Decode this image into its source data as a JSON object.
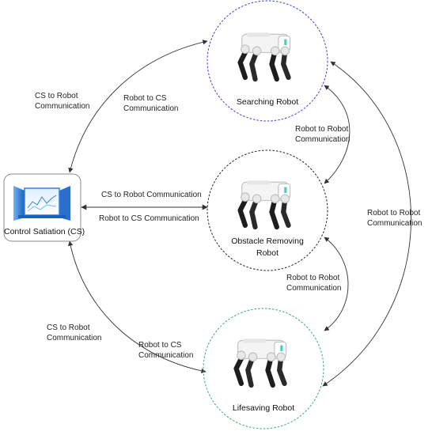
{
  "nodes": {
    "control_station": {
      "label": "Control Satiation (CS)"
    },
    "searching": {
      "label": "Searching Robot",
      "ring_color": "#3b3bd6"
    },
    "obstacle": {
      "label_line1": "Obstacle Removing",
      "label_line2": "Robot",
      "ring_color": "#222222"
    },
    "lifesaving": {
      "label": "Lifesaving Robot",
      "ring_color": "#2fae6a"
    }
  },
  "edges": {
    "cs_to_searching_left": {
      "line1": "CS to Robot",
      "line2": "Communication"
    },
    "searching_to_cs": {
      "line1": "Robot to CS",
      "line2": "Communication"
    },
    "searching_obstacle": {
      "line1": "Robot to Robot",
      "line2": "Communication"
    },
    "cs_to_obstacle": {
      "label": "CS to Robot Communication"
    },
    "obstacle_to_cs": {
      "label": "Robot to CS Communication"
    },
    "searching_lifesaving": {
      "line1": "Robot to Robot",
      "line2": "Communication"
    },
    "obstacle_lifesaving": {
      "line1": "Robot to Robot",
      "line2": "Communication"
    },
    "cs_to_lifesaving_left": {
      "line1": "CS to Robot",
      "line2": "Communication"
    },
    "lifesaving_to_cs": {
      "line1": "Robot to CS",
      "line2": "Communication"
    }
  },
  "colors": {
    "arrow": "#333333",
    "robot_body": "#f2f2f2",
    "robot_dark": "#1e1e1e",
    "robot_accent": "#3fd0c0",
    "monitor_blue": "#3a7fd6"
  },
  "icons": [
    "control-station-monitor-icon",
    "quadruped-robot-icon"
  ]
}
